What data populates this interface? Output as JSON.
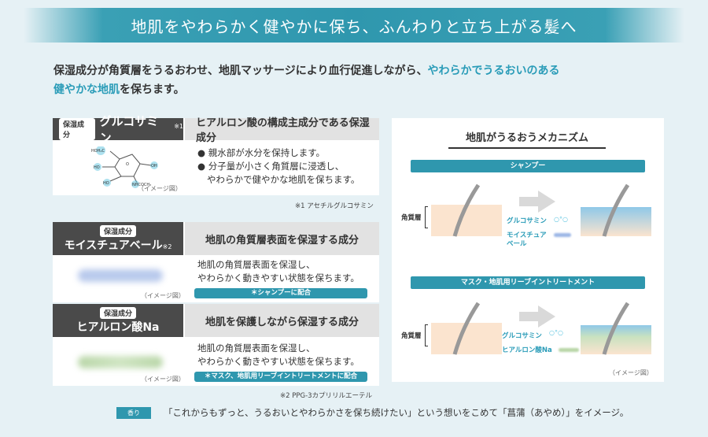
{
  "banner": "地肌をやわらかく健やかに保ち、ふんわりと立ち上がる髪へ",
  "lead": {
    "part1": "保湿成分が角質層をうるおわせ、地肌マッサージにより血行促進しながら、",
    "highlight1": "やわらかでうるおいのある",
    "highlight2": "健やかな地肌",
    "part2": "を保ちます。"
  },
  "ingredients": [
    {
      "tag": "保湿成分",
      "name": "グルコサミン",
      "note_mark": "※1",
      "headline": "ヒアルロン酸の構成主成分である保湿成分",
      "bullet1": "親水部が水分を保持します。",
      "bullet2a": "分子量が小さく角質層に浸透し、",
      "bullet2b": "やわらかで健やかな地肌を保ちます。",
      "image_note": "（イメージ図）",
      "footnote": "※1 アセチルグルコサミン",
      "molecule_labels": [
        "HOH₂C",
        "HO",
        "OH",
        "HO",
        "NHCOCH₃",
        "O"
      ]
    },
    {
      "tag": "保湿成分",
      "name": "モイスチュアベール",
      "note_mark": "※2",
      "headline": "地肌の角質層表面を保湿する成分",
      "line1": "地肌の角質層表面を保湿し、",
      "line2": "やわらかく動きやすい状態を保ちます。",
      "pill": "＊シャンプーに配合",
      "image_note": "（イメージ図）"
    },
    {
      "tag": "保湿成分",
      "name": "ヒアルロン酸Na",
      "headline": "地肌を保護しながら保湿する成分",
      "line1": "地肌の角質層表面を保湿し、",
      "line2": "やわらかく動きやすい状態を保ちます。",
      "pill": "＊マスク、地肌用リーブイントリートメントに配合",
      "image_note": "（イメージ図）",
      "footnote": "※2 PPG-3カプリリルエーテル"
    }
  ],
  "mechanism": {
    "title": "地肌がうるおうメカニズム",
    "shampoo_bar": "シャンプー",
    "mask_bar": "マスク・地肌用リーブイントリートメント",
    "layer_label": "角質層",
    "glucosamine": "グルコサミン",
    "moisture_veil_a": "モイスチュア",
    "moisture_veil_b": "ベール",
    "hyaluronic": "ヒアルロン酸Na",
    "image_note": "（イメージ図）"
  },
  "bottom": {
    "badge": "香り",
    "text": "「これからもずっと、うるおいとやわらかさを保ち続けたい」という想いをこめて「菖蒲（あやめ）」をイメージ。"
  },
  "colors": {
    "accent": "#2f97ae",
    "dark_header": "#4a4a4a",
    "light_header": "#e2e2e2",
    "background": "#e6f1f5"
  }
}
